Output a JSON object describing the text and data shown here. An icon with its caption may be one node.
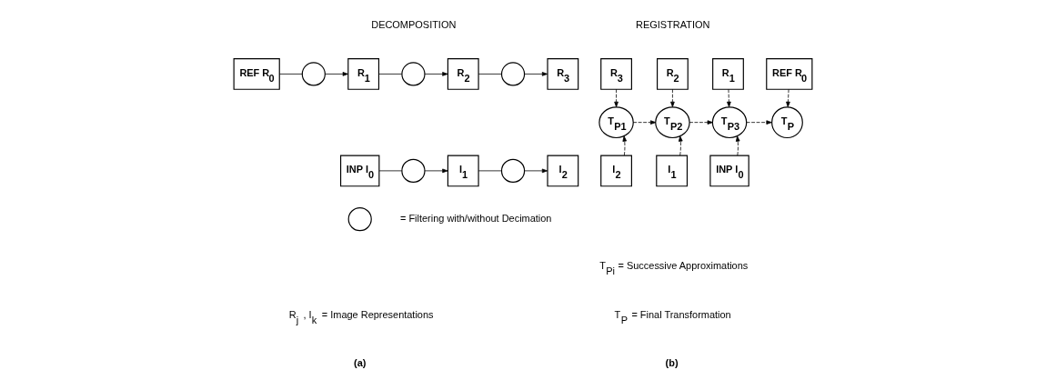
{
  "diagram": {
    "nodes": [
      {
        "text": [
          "REF R$_{0}$"
        ]
      },
      {
        "text": [],
        "shape": "circle"
      },
      {
        "text": [
          "R$_{1}$"
        ]
      },
      {
        "text": [],
        "shape": "circle"
      },
      {
        "text": [
          "R$_{2}$"
        ]
      },
      {
        "text": [],
        "shape": "circle"
      },
      {
        "text": [
          "R$_{3}$"
        ]
      },
      {
        "text": [
          "INP I$_{0}$"
        ]
      },
      {
        "text": [],
        "shape": "circle"
      },
      {
        "text": [
          "I$_{1}$"
        ]
      },
      {
        "text": [],
        "shape": "circle"
      },
      {
        "text": [
          "I$_{2}$"
        ]
      },
      {
        "text": [
          "R$_{3}$"
        ]
      },
      {
        "text": [
          "R$_{2}$"
        ]
      },
      {
        "text": [
          "R$_{1}$"
        ]
      },
      {
        "text": [
          "REF R$_{0}$"
        ]
      },
      {
        "text": [
          "T$_{P1}$"
        ]
      },
      {
        "text": [
          "T$_{P2}$"
        ]
      },
      {
        "text": [
          "T$_{P3}$"
        ]
      },
      {
        "text": [
          "T$_{P}$"
        ]
      },
      {
        "text": [
          "I$_{2}$"
        ]
      },
      {
        "text": [
          "I$_{1}$"
        ]
      },
      {
        "text": [
          "INP I$_{0}$"
        ]
      },
      {
        "text": [],
        "shape": "circle",
        "beside": [
          "= Filtering with/without Decimation"
        ]
      }
    ],
    "edges": [
      {
        "from": 0,
        "to": 1,
        "arrow": "none"
      },
      {
        "from": 1,
        "to": 2,
        "arrow": "to"
      },
      {
        "from": 2,
        "to": 3,
        "arrow": "none"
      },
      {
        "from": 3,
        "to": 4,
        "arrow": "to"
      },
      {
        "from": 4,
        "to": 5,
        "arrow": "none"
      },
      {
        "from": 5,
        "to": 6,
        "arrow": "to"
      },
      {
        "from": 7,
        "to": 8,
        "arrow": "none"
      },
      {
        "from": 8,
        "to": 9,
        "arrow": "to"
      },
      {
        "from": 9,
        "to": 10,
        "arrow": "none"
      },
      {
        "from": 10,
        "to": 11,
        "arrow": "to"
      },
      {
        "from": 12,
        "to": 16,
        "arrow": "to",
        "style": "dashed"
      },
      {
        "from": 20,
        "to": 16,
        "arrow": "to",
        "style": "dashed"
      },
      {
        "from": 16,
        "to": 17,
        "arrow": "to",
        "style": "dashed"
      },
      {
        "from": 13,
        "to": 17,
        "arrow": "to",
        "style": "dashed"
      },
      {
        "from": 21,
        "to": 17,
        "arrow": "to",
        "style": "dashed"
      },
      {
        "from": 17,
        "to": 18,
        "arrow": "to",
        "style": "dashed"
      },
      {
        "from": 14,
        "to": 18,
        "arrow": "to",
        "style": "dashed"
      },
      {
        "from": 22,
        "to": 18,
        "arrow": "to",
        "style": "dashed"
      },
      {
        "from": 18,
        "to": 19,
        "arrow": "to",
        "style": "dashed"
      },
      {
        "from": 15,
        "to": 19,
        "arrow": "to",
        "style": "dashed"
      }
    ],
    "labels": [
      "DECOMPOSITION",
      "REGISTRATION",
      "R$_{j}$ , I$_{k}$ = Image Representations",
      "T$_{Pi}$ = Successive Approximations",
      "T$_{P}$ = Final Transformation",
      "(a)",
      "(b)"
    ]
  }
}
